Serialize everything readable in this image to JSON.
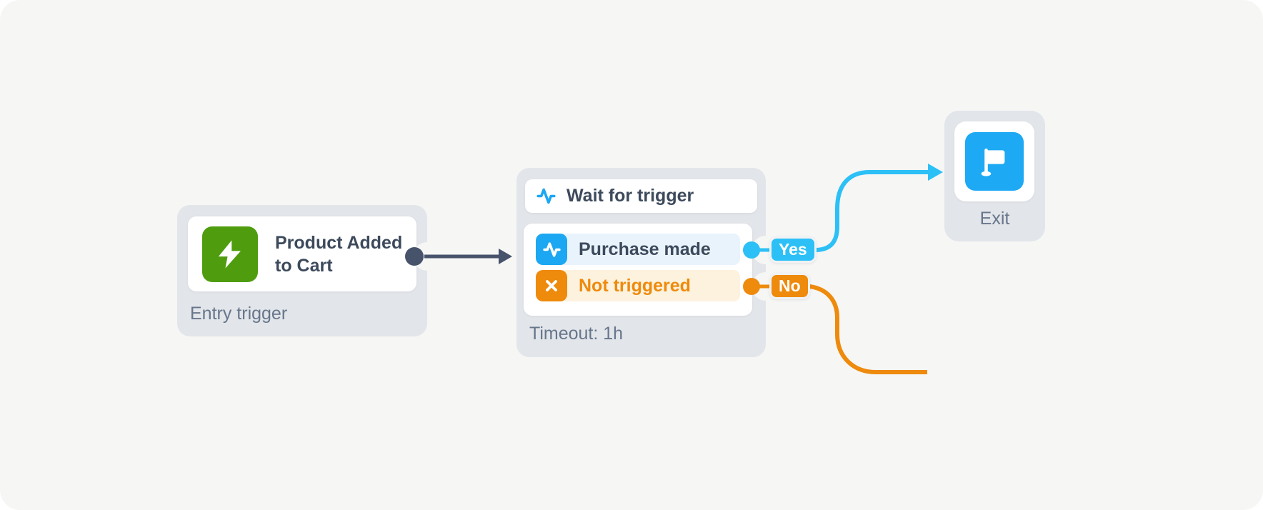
{
  "app": {
    "name": "Marketing automation workflow canvas"
  },
  "colors": {
    "canvas_bg": "#f6f6f5",
    "card_bg": "#e2e5e9",
    "text_primary": "#3d4a5c",
    "text_secondary": "#67768c",
    "entry_green": "#4f9d0e",
    "trigger_blue": "#1ca7f2",
    "yes_sky_blue": "#2cc0f6",
    "no_orange": "#ee8a0c",
    "row_positive_bg": "#e9f3fc",
    "row_negative_bg": "#fdf2de",
    "connector_dark": "#46536b"
  },
  "entry_node": {
    "title": "Product Added to Cart",
    "label": "Entry trigger",
    "icon": "lightning-icon"
  },
  "wait_node": {
    "header": "Wait for trigger",
    "header_icon": "activity-icon",
    "branches": [
      {
        "label": "Purchase made",
        "icon": "activity-icon",
        "state": "positive"
      },
      {
        "label": "Not triggered",
        "icon": "cross-icon",
        "state": "negative"
      }
    ],
    "timeout": "Timeout: 1h"
  },
  "exit_node": {
    "label": "Exit",
    "icon": "flag-icon"
  },
  "connectors": {
    "entry_to_wait": {
      "style": "straight-arrow",
      "color": "#46536b"
    },
    "yes": {
      "label": "Yes",
      "color": "#2cc0f6",
      "target": "exit"
    },
    "no": {
      "label": "No",
      "color": "#ee8a0c",
      "target": "offscreen"
    }
  }
}
